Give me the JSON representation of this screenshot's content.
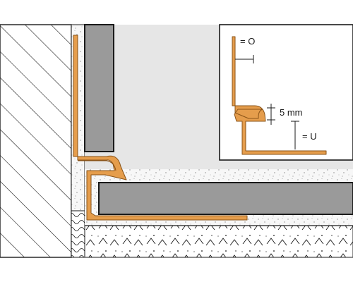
{
  "labels": {
    "upper_marker": "= O",
    "gap": "5 mm",
    "lower_marker": "= U"
  },
  "colors": {
    "profile": "#e59d4c",
    "profile_edge": "#8a5317",
    "tile": "#9a9a9a",
    "wall_background": "#e6e6e6",
    "screed": "#f2f2f2",
    "outline": "#1a1a1a"
  }
}
